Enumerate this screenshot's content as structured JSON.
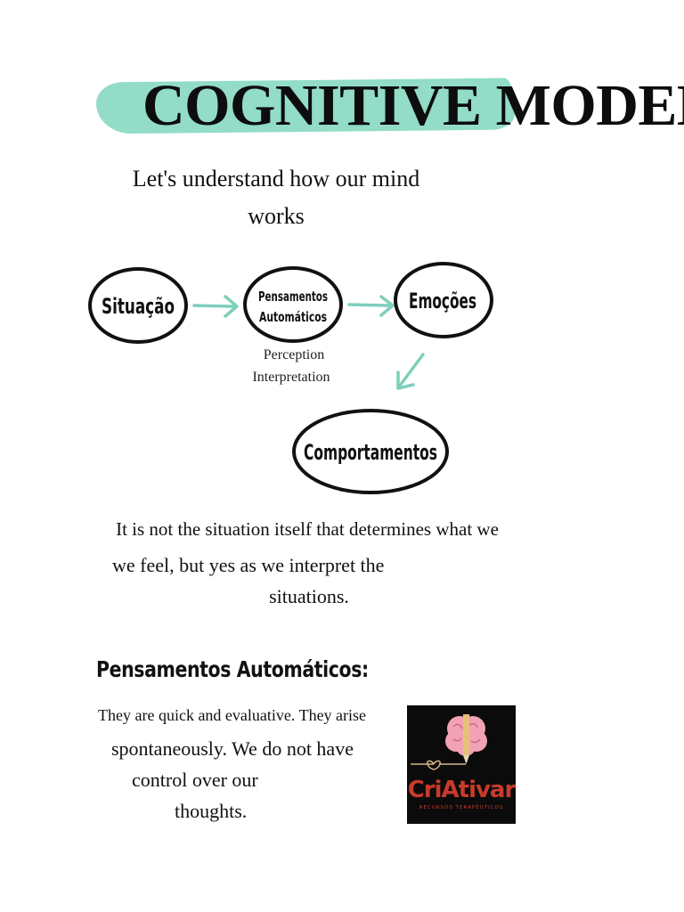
{
  "title": "COGNITIVE MODEL",
  "subtitle_line1": "Let's understand how our mind",
  "subtitle_line2": "works",
  "diagram": {
    "nodes": {
      "situacao": "Situação",
      "pensamentos_line1": "Pensamentos",
      "pensamentos_line2": "Automáticos",
      "emocoes": "Emoções",
      "comportamentos": "Comportamentos"
    },
    "notes": {
      "perception": "Perception",
      "interpretation": "Interpretation"
    },
    "colors": {
      "accent": "#92dcc8",
      "arrow": "#7fcfbb",
      "outline": "#111111"
    }
  },
  "statement": {
    "line1": "It is not the situation itself that determines what we",
    "line2": "we feel, but yes as we interpret the",
    "line3": "situations."
  },
  "section_heading": "Pensamentos Automáticos:",
  "description": {
    "line1": "They are quick and evaluative. They arise",
    "line2": "spontaneously. We do not have",
    "line3": "control over our",
    "line4": "thoughts."
  },
  "logo": {
    "name": "CriAtivar",
    "tagline": "RECURSOS TERAPÊUTICOS",
    "icon": "brain-pencil-icon",
    "colors": {
      "background": "#0b0b0b",
      "brain": "#f2a2b5",
      "text": "#c83a2b"
    }
  }
}
